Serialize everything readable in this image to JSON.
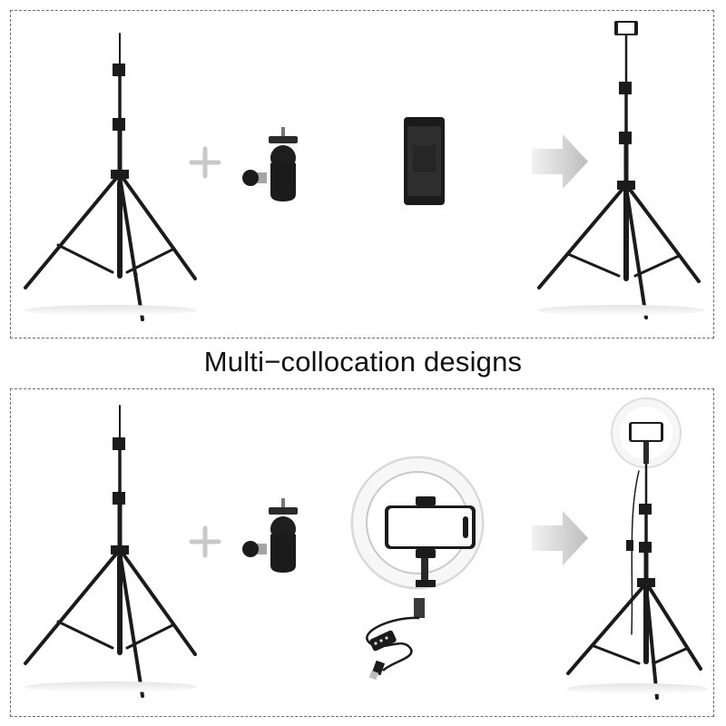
{
  "heading": "Multi−collocation designs",
  "colors": {
    "frame": "#6b6b6b",
    "metal": "#1b1b1b",
    "plus": "#c8c8c8",
    "arrow": "#cfcfcf"
  },
  "icons": [
    "tripod-stand",
    "ball-head-mount",
    "phone-clip",
    "ring-light",
    "plus-sign",
    "arrow-right"
  ]
}
